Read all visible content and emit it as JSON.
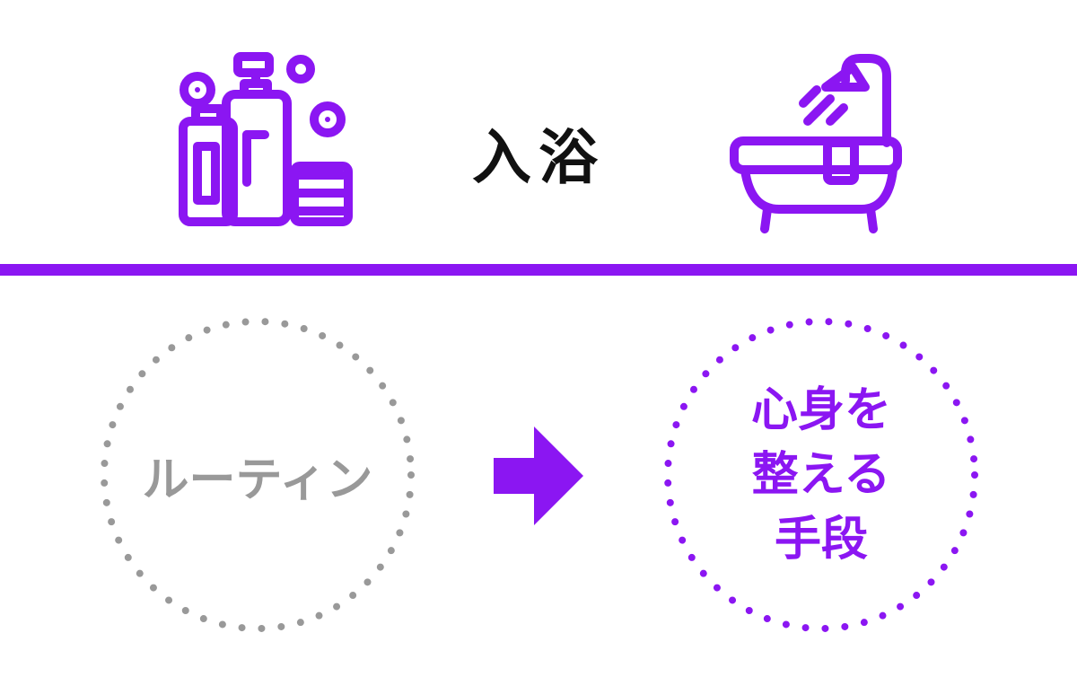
{
  "title": "入浴",
  "left_label": "ルーティン",
  "right_label": {
    "line1": "心身を",
    "line2": "整える",
    "line3": "手段"
  },
  "icons": {
    "left": "shampoo-bottles-icon",
    "right": "bathtub-shower-icon",
    "arrow": "right-arrow-icon"
  },
  "colors": {
    "accent": "#8B16F2",
    "muted": "#999999",
    "text": "#111111"
  }
}
